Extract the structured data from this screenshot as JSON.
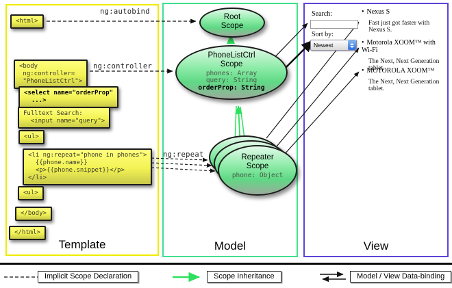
{
  "template_column": {
    "label": "Template",
    "boxes": {
      "html_open": "<html>",
      "body_open": "<body\n ng:controller=\n \"PhoneListCtrl\">",
      "select_orderprop": "<select name=\"orderProp\"\n  ...>",
      "fulltext_search": "Fulltext Search:\n  <input name=\"query\">",
      "ul_open": "<ul>",
      "li_repeat": "<li ng:repeat=\"phone in phones\">\n  {{phone.name}}\n  <p>{{phone.snippet}}</p>\n</li>",
      "ul_close": "<ul>",
      "body_close": "</body>",
      "html_close": "</html>"
    },
    "directives": {
      "autobind": "ng:autobind",
      "controller": "ng:controller",
      "repeat": "ng:repeat"
    }
  },
  "model_column": {
    "label": "Model",
    "root_scope": {
      "title": "Root\nScope"
    },
    "phonelist_scope": {
      "title": "PhoneListCtrl\nScope",
      "props": "phones: Array\nquery: String",
      "highlighted_prop": "orderProp: String"
    },
    "repeater_scope": {
      "title": "Repeater\nScope",
      "prop": "phone: Object"
    }
  },
  "view_column": {
    "label": "View",
    "search_label": "Search:",
    "search_value": "",
    "sort_label": "Sort by:",
    "sort_selected": "Newest",
    "items": [
      {
        "bullet": "•",
        "title": "Nexus S",
        "desc": "Fast just got faster with Nexus S."
      },
      {
        "bullet": "•",
        "title": "Motorola XOOM™ with Wi-Fi",
        "desc": "The Next, Next Generation tablet."
      },
      {
        "bullet": "•",
        "title": "MOTOROLA XOOM™",
        "desc": "The Next, Next Generation tablet."
      }
    ]
  },
  "legend": {
    "implicit": "Implicit Scope Declaration",
    "inheritance": "Scope Inheritance",
    "binding": "Model / View Data-binding"
  },
  "colors": {
    "template_border": "#f0ec00",
    "model_border": "#3fe08f",
    "view_border": "#5a44d8",
    "inheritance_green": "#2ce05e",
    "box_yellow": "#f2f254"
  }
}
